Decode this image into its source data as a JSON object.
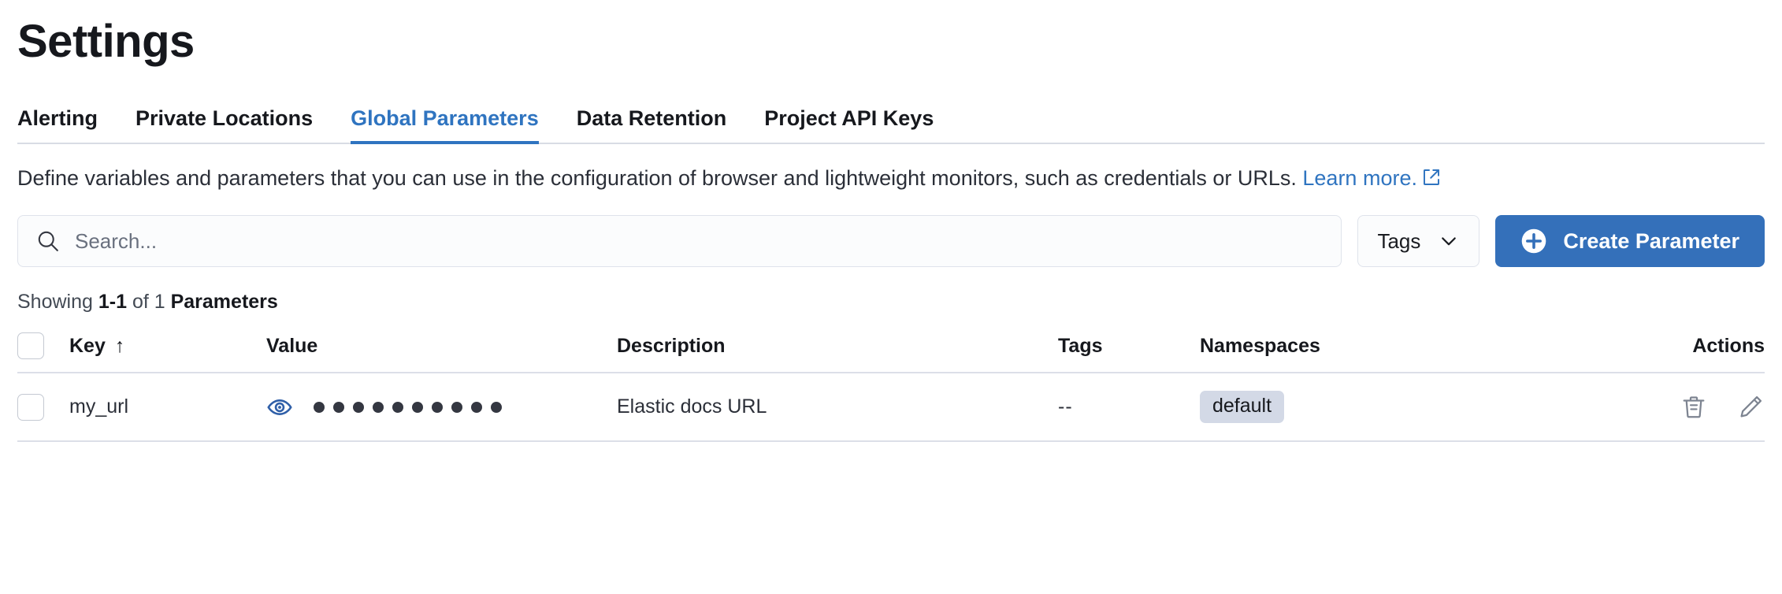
{
  "header": {
    "title": "Settings"
  },
  "tabs": [
    {
      "label": "Alerting",
      "active": false
    },
    {
      "label": "Private Locations",
      "active": false
    },
    {
      "label": "Global Parameters",
      "active": true
    },
    {
      "label": "Data Retention",
      "active": false
    },
    {
      "label": "Project API Keys",
      "active": false
    }
  ],
  "description": {
    "text": "Define variables and parameters that you can use in the configuration of browser and lightweight monitors, such as credentials or URLs.",
    "link_label": "Learn more.",
    "link_icon": "external-link-icon"
  },
  "toolbar": {
    "search_placeholder": "Search...",
    "search_value": "",
    "search_icon": "search-icon",
    "tags_label": "Tags",
    "tags_chevron_icon": "chevron-down-icon",
    "create_label": "Create Parameter",
    "create_icon": "plus-circle-icon",
    "create_color": "#3470ba"
  },
  "results": {
    "showing_prefix": "Showing ",
    "range": "1-1",
    "of": " of 1 ",
    "noun": "Parameters"
  },
  "table": {
    "columns": [
      {
        "label": "",
        "name": "select-all"
      },
      {
        "label": "Key",
        "name": "key",
        "sort": "↑"
      },
      {
        "label": "Value",
        "name": "value"
      },
      {
        "label": "Description",
        "name": "description"
      },
      {
        "label": "Tags",
        "name": "tags"
      },
      {
        "label": "Namespaces",
        "name": "namespaces"
      },
      {
        "label": "Actions",
        "name": "actions"
      }
    ],
    "rows": [
      {
        "key": "my_url",
        "value_masked_dots": 10,
        "value_toggle_icon": "eye-icon",
        "value_toggle_color": "#2f5fa8",
        "description": "Elastic docs URL",
        "tags": "--",
        "namespaces": [
          "default"
        ],
        "actions": [
          "trash-icon",
          "pencil-icon"
        ]
      }
    ]
  }
}
